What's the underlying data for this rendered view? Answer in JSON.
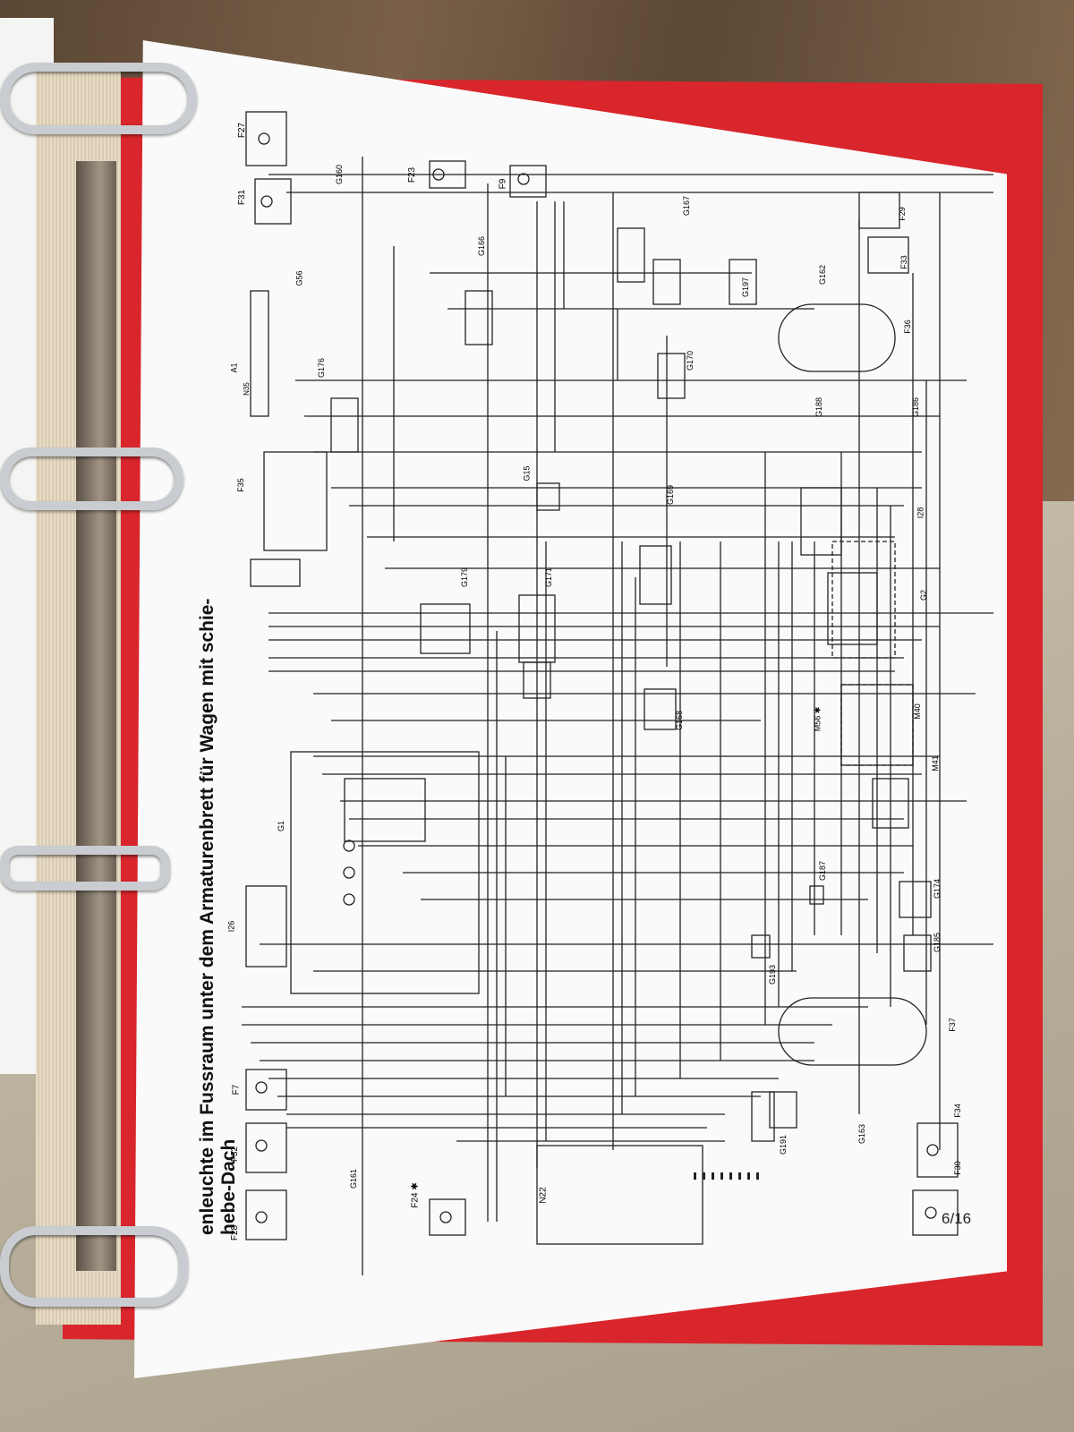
{
  "diagram": {
    "title_line1": "enleuchte im Fussraum unter dem Armaturenbrett für Wagen mit schie-",
    "title_line2": "hebe-Dach",
    "page_number": "6/16",
    "components": {
      "F27": "F27",
      "F31": "F31",
      "F23": "F23",
      "F9": "F9",
      "F28": "F28",
      "F32": "F32",
      "F7": "F7",
      "F24": "F24 ✱",
      "F29": "F29",
      "F33": "F33",
      "F36": "F36",
      "F37": "F37",
      "F34": "F34",
      "F30": "F30",
      "G160": "G160",
      "G166": "G166",
      "G167": "G167",
      "G197": "G197",
      "G162": "G162",
      "G170": "G170",
      "G188": "G188",
      "G186": "G186",
      "G15": "G15",
      "G169": "G169",
      "G179": "G179",
      "G171": "G171",
      "G168": "G168",
      "G176": "G176",
      "G56": "G56",
      "G1": "G1",
      "G161": "G161",
      "G163": "G163",
      "G191": "G191",
      "G193": "G193",
      "G187": "G187",
      "G174": "G174",
      "G185": "G185",
      "A1": "A1",
      "F35": "F35",
      "I26": "I26",
      "I28": "I28",
      "G2": "G2",
      "M40": "M40",
      "M41": "M41",
      "M56": "M56 ✱",
      "N22": "N22",
      "N35": "N35"
    }
  }
}
